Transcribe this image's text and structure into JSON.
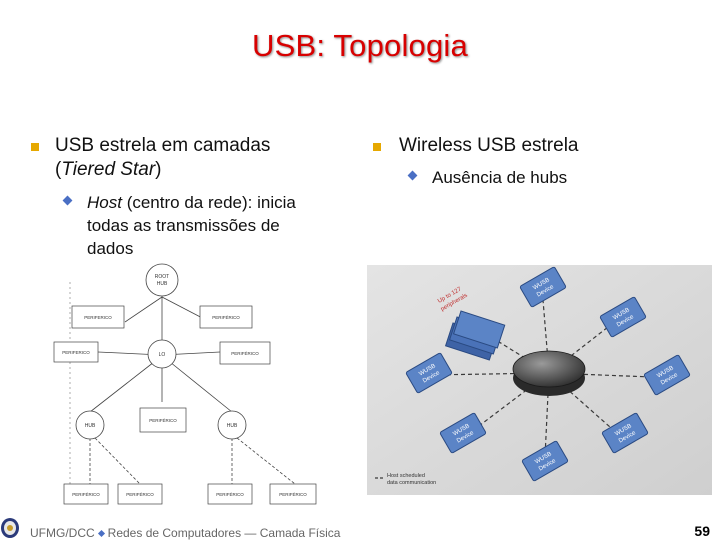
{
  "slide": {
    "title": "USB: Topologia",
    "page_number": "59"
  },
  "left_column": {
    "bullet1_line1": "USB estrela em camadas",
    "bullet1_line2_italic": "Tiered Star",
    "sub_bullet_italic": "Host",
    "sub_bullet_line1_rest": " (centro da rede): inicia",
    "sub_bullet_line2": "todas as transmissões de",
    "sub_bullet_line3": "dados"
  },
  "right_column": {
    "bullet1": "Wireless USB estrela",
    "sub_bullet": "Ausência de hubs"
  },
  "tiered_diagram": {
    "root_line1": "ROOT",
    "root_line2": "HUB",
    "hub_center": "LO",
    "hub_left": "HUB",
    "hub_right": "HUB",
    "periph_top_left": "PERIFERICO",
    "periph_top_right": "PERIFÉRICO",
    "periph_mid_left": "PERIFERICO",
    "periph_mid_right": "PERIFÉRICO",
    "periph_center": "PERIFÉRICO",
    "periph_bottom_1": "PERIFÉRICO",
    "periph_bottom_2": "PERIFÉRICO",
    "periph_bottom_3": "PERIFÉRICO",
    "periph_bottom_4": "PERIFÉRICO"
  },
  "wireless_diagram": {
    "device_label_line1": "WUSB",
    "device_label_line2": "Device",
    "stack_label_line1": "Up to 127",
    "stack_label_line2": "peripherals",
    "legend_line1": "Host scheduled",
    "legend_line2": "data communication"
  },
  "footer": {
    "left": "UFMG/DCC",
    "right": "Redes de Computadores ― Camada Física"
  },
  "colors": {
    "title": "#d80000",
    "square_bullet": "#e6a800",
    "diamond_bullet": "#4a6fc4",
    "device_box": "#5b84c6",
    "panel_bg": "#dcdcdc"
  }
}
